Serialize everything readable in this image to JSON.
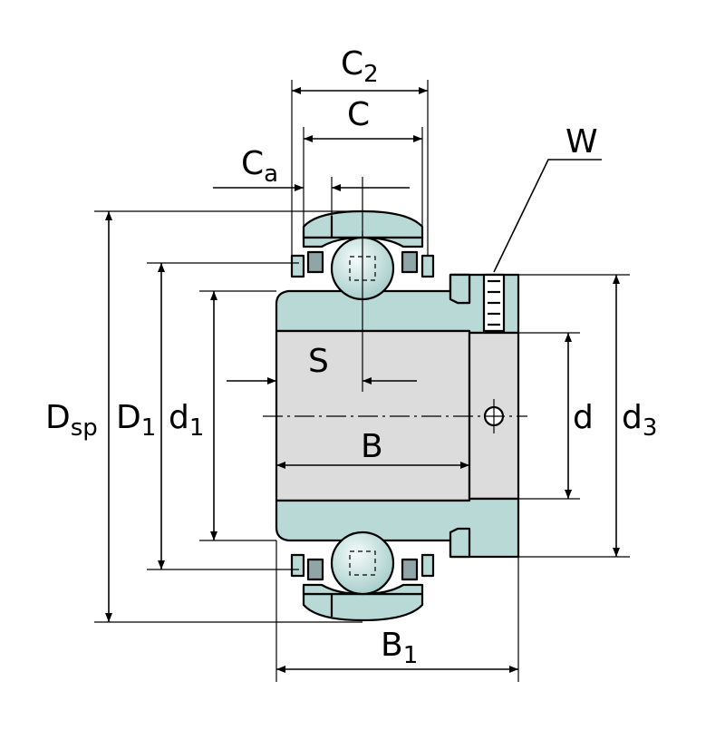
{
  "labels": {
    "C2": {
      "main": "C",
      "sub": "2"
    },
    "C": {
      "main": "C"
    },
    "Ca": {
      "main": "C",
      "sub": "a"
    },
    "W": {
      "main": "W"
    },
    "S": {
      "main": "S"
    },
    "B": {
      "main": "B"
    },
    "B1": {
      "main": "B",
      "sub": "1"
    },
    "Dsp": {
      "main": "D",
      "sub": "sp"
    },
    "D1": {
      "main": "D",
      "sub": "1"
    },
    "d1": {
      "main": "d",
      "sub": "1"
    },
    "d": {
      "main": "d"
    },
    "d3": {
      "main": "d",
      "sub": "3"
    }
  },
  "colors": {
    "ring": "#b9d9d6",
    "bore": "#dcdcdc",
    "seal": "#8fa5a7",
    "outline": "#000000",
    "background": "#ffffff"
  },
  "icons": {
    "ball": "ball-icon",
    "grub_screw": "grub-screw-icon",
    "arrowhead": "arrowhead-icon"
  }
}
